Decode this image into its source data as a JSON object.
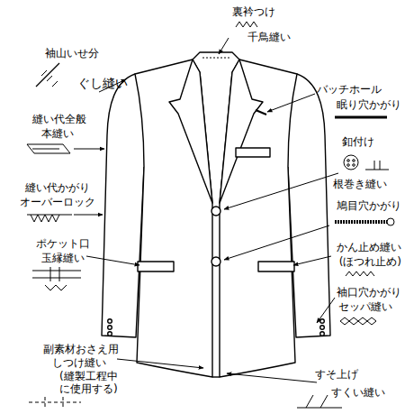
{
  "diagram": {
    "labels": [
      "裏衿つけ",
      "千鳥縫い",
      "袖山いせ分",
      "ぐし縫い",
      "縫い代全般",
      "本縫い",
      "縫い代かがり",
      "オーバーロック",
      "ポケット口",
      "玉縁縫い",
      "副素材おさえ用",
      "しつけ縫い",
      "(縫製工程中 に使用する)",
      "バッチホール",
      "眠り穴かがり",
      "釦付け",
      "根巻き縫い",
      "鳩目穴かがり",
      "かん止め縫い",
      "(ほつれ止め)",
      "袖口穴かがり",
      "セッパ縫い",
      "すそ上げ",
      "すくい縫い"
    ]
  }
}
